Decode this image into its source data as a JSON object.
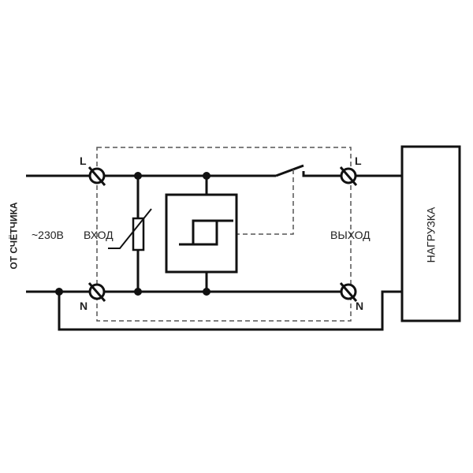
{
  "labels": {
    "source": "ОТ СЧЁТЧИКА",
    "voltage": "~230В",
    "input": "ВХОД",
    "output": "ВЫХОД",
    "load": "НАГРУЗКА",
    "l_in": "L",
    "n_in": "N",
    "l_out": "L",
    "n_out": "N"
  }
}
